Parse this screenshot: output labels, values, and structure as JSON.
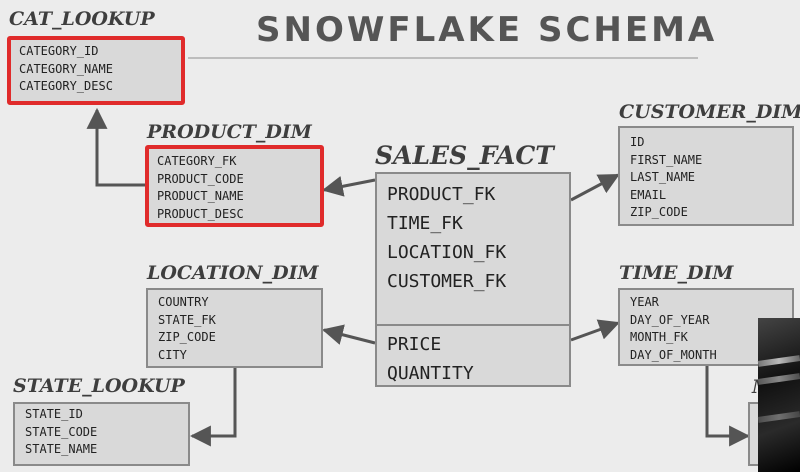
{
  "title": "SNOWFLAKE SCHEMA",
  "tables": {
    "cat_lookup": {
      "name": "CAT_LOOKUP",
      "fields": [
        "CATEGORY_ID",
        "CATEGORY_NAME",
        "CATEGORY_DESC"
      ]
    },
    "product_dim": {
      "name": "PRODUCT_DIM",
      "fields": [
        "CATEGORY_FK",
        "PRODUCT_CODE",
        "PRODUCT_NAME",
        "PRODUCT_DESC"
      ]
    },
    "sales_fact": {
      "name": "SALES_FACT",
      "keys": [
        "PRODUCT_FK",
        "TIME_FK",
        "LOCATION_FK",
        "CUSTOMER_FK"
      ],
      "measures": [
        "PRICE",
        "QUANTITY"
      ]
    },
    "customer_dim": {
      "name": "CUSTOMER_DIM",
      "fields": [
        "ID",
        "FIRST_NAME",
        "LAST_NAME",
        "EMAIL",
        "ZIP_CODE"
      ]
    },
    "location_dim": {
      "name": "LOCATION_DIM",
      "fields": [
        "COUNTRY",
        "STATE_FK",
        "ZIP_CODE",
        "CITY"
      ]
    },
    "time_dim": {
      "name": "TIME_DIM",
      "fields": [
        "YEAR",
        "DAY_OF_YEAR",
        "MONTH_FK",
        "DAY_OF_MONTH"
      ]
    },
    "state_lookup": {
      "name": "STATE_LOOKUP",
      "fields": [
        "STATE_ID",
        "STATE_CODE",
        "STATE_NAME"
      ]
    },
    "partial_table": {
      "name": "M"
    }
  },
  "colors": {
    "highlight": "#e02b2b",
    "box_fill": "#d9d9d9",
    "border": "#8a8a8a",
    "arrow": "#555555"
  }
}
